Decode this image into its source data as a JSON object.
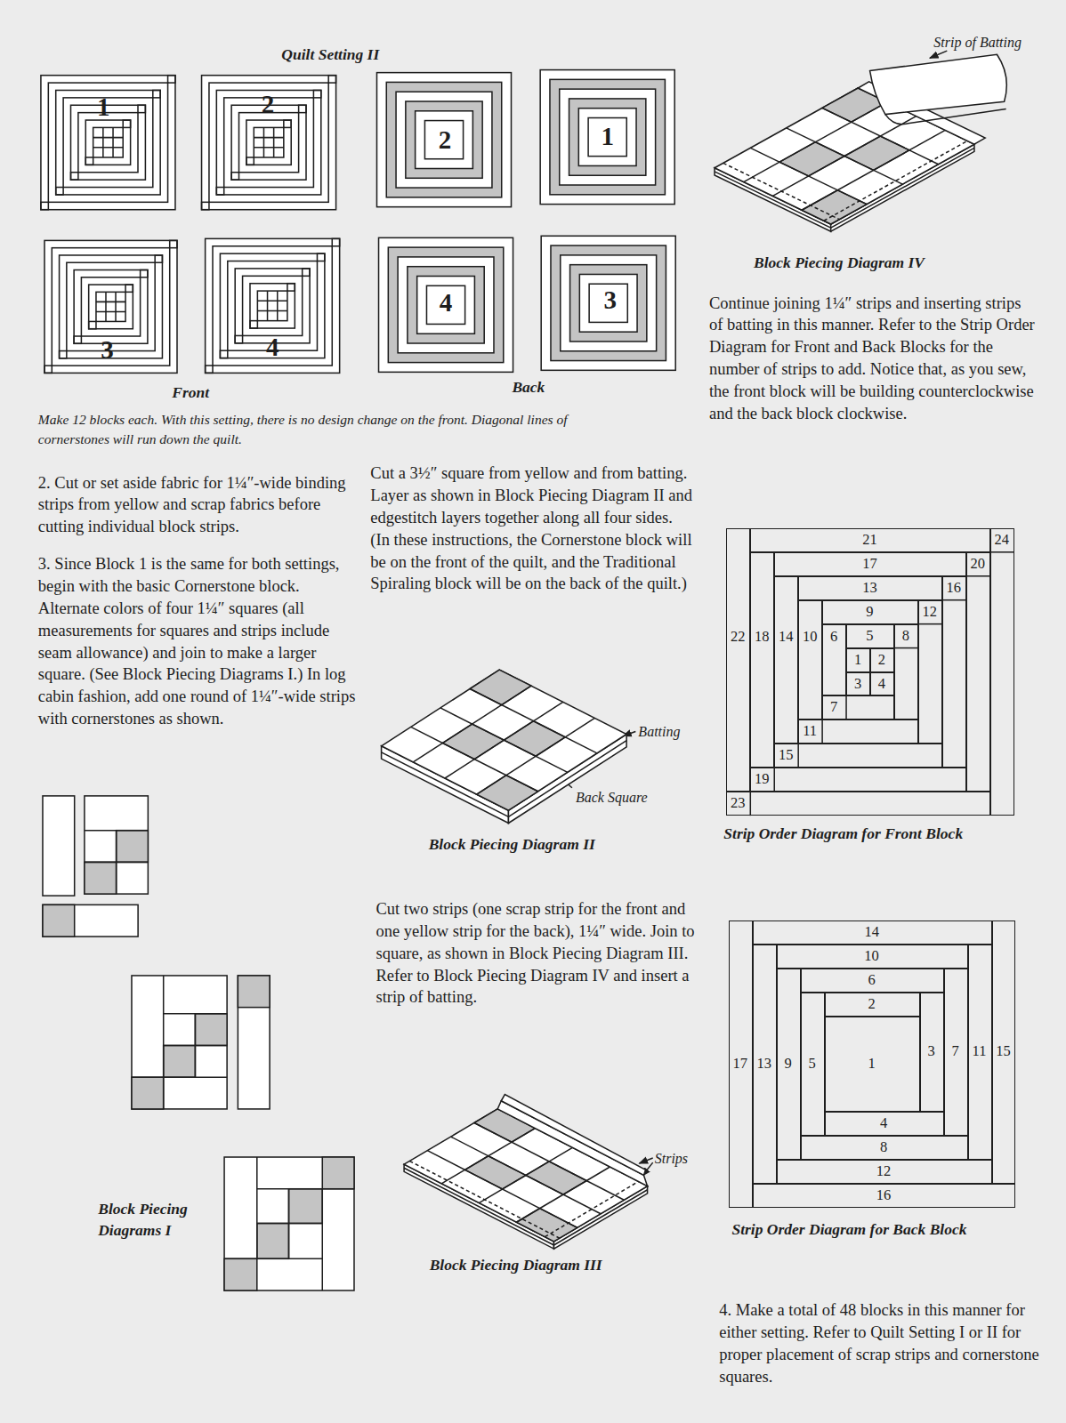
{
  "diagram": {
    "nodes": [
      {
        "text": [
          "1"
        ]
      },
      {
        "text": [
          "2"
        ]
      },
      {
        "text": [
          "3"
        ]
      },
      {
        "text": [
          "4"
        ]
      },
      {
        "text": [
          "5"
        ]
      },
      {
        "text": [
          "6"
        ]
      },
      {
        "text": [
          "7"
        ]
      },
      {
        "text": [
          "8"
        ]
      },
      {
        "text": [
          "9"
        ]
      },
      {
        "text": [
          "10"
        ]
      },
      {
        "text": [
          "11"
        ]
      },
      {
        "text": [
          "12"
        ]
      },
      {
        "text": [
          "13"
        ]
      },
      {
        "text": [
          "14"
        ]
      },
      {
        "text": [
          "15"
        ]
      },
      {
        "text": [
          "16"
        ]
      },
      {
        "text": [
          "17"
        ]
      },
      {
        "text": [
          "18"
        ]
      },
      {
        "text": [
          "19"
        ]
      },
      {
        "text": [
          "20"
        ]
      },
      {
        "text": [
          "21"
        ]
      },
      {
        "text": [
          "22"
        ]
      },
      {
        "text": [
          "23"
        ]
      },
      {
        "text": [
          "24"
        ]
      },
      {
        "text": [
          "1"
        ]
      },
      {
        "text": [
          "2"
        ]
      },
      {
        "text": [
          "3"
        ]
      },
      {
        "text": [
          "4"
        ]
      },
      {
        "text": [
          "5"
        ]
      },
      {
        "text": [
          "6"
        ]
      },
      {
        "text": [
          "7"
        ]
      },
      {
        "text": [
          "8"
        ]
      },
      {
        "text": [
          "9"
        ]
      },
      {
        "text": [
          "10"
        ]
      },
      {
        "text": [
          "11"
        ]
      },
      {
        "text": [
          "12"
        ]
      },
      {
        "text": [
          "13"
        ]
      },
      {
        "text": [
          "14"
        ]
      },
      {
        "text": [
          "15"
        ]
      },
      {
        "text": [
          "16"
        ]
      },
      {
        "text": [
          "17"
        ]
      }
    ],
    "labels": [
      "Quilt Setting II",
      "1",
      "2",
      "2",
      "1",
      "3",
      "4",
      "4",
      "3",
      "Front",
      "Back",
      "Make 12 blocks each. With this setting, there is no design change on the front. Diagonal lines of cornerstones will run down the quilt.",
      "2. Cut or set aside fabric for 1¼″-wide binding strips from yellow and scrap fabrics before cutting individual block strips.",
      "3. Since Block 1 is the same for both settings, begin with the basic Cornerstone block. Alternate colors of four 1¼″ squares (all measurements for squares and strips include seam allowance) and join to make a larger square. (See Block Piecing Diagrams I.) In log cabin fashion, add one round of 1¼″-wide strips with cornerstones as shown.",
      "Block Piecing Diagrams I",
      "Cut a 3½″ square from yellow and from batting. Layer as shown in Block Piecing Diagram II and edgestitch layers together along all four sides. (In these instructions, the Cornerstone block will be on the front of the quilt, and the Traditional Spiraling block will be on the back of the quilt.)",
      "Batting",
      "Back Square",
      "Block Piecing Diagram II",
      "Cut two strips (one scrap strip for the front and one yellow strip for the back), 1¼″ wide. Join to square, as shown in Block Piecing Diagram III. Refer to Block Piecing Diagram IV and insert a strip of batting.",
      "Strips",
      "Block Piecing Diagram III",
      "Strip of Batting",
      "Block Piecing Diagram IV",
      "Continue joining 1¼″ strips and inserting strips of batting in this manner. Refer to the Strip Order Diagram for Front and Back Blocks for the number of strips to add. Notice that, as you sew, the front block will be building counterclockwise and the back block clockwise.",
      "Strip Order Diagram for Front Block",
      "Strip Order Diagram for Back Block",
      "4. Make a total of 48 blocks in this manner for either setting. Refer to Quilt Setting I or II for proper placement of scrap strips and cornerstone squares."
    ]
  }
}
